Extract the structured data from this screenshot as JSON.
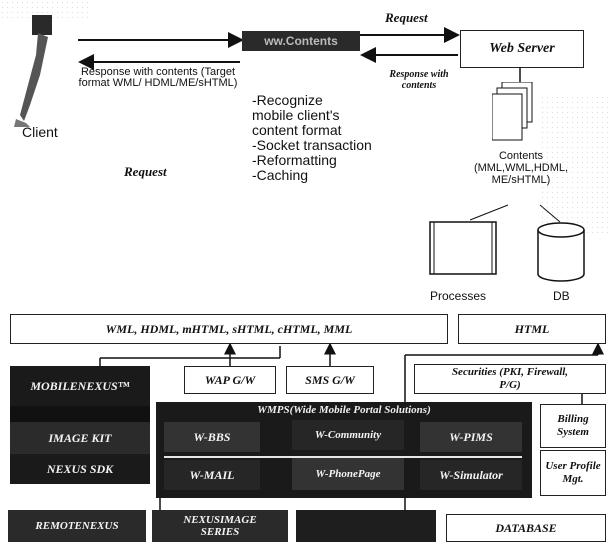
{
  "top": {
    "request_top": "Request",
    "middleware": "ww.Contents",
    "web_server": "Web Server",
    "response_with_contents_right": "Response with contents",
    "response_left": "Response with contents (Target format WML/ HDML/ME/sHTML)",
    "client": "Client",
    "request_bottom": "Request",
    "features": [
      "-Recognize mobile client's content format",
      "-Socket transaction",
      "-Reformatting",
      "-Caching"
    ],
    "contents": "Contents (MML,WML,HDML, ME/sHTML)",
    "processes": "Processes",
    "db": "DB"
  },
  "bottom": {
    "markup_bar": "WML, HDML, mHTML, sHTML, cHTML, MML",
    "html_bar": "HTML",
    "mobilenexus": "MOBILENEXUS™",
    "image_kit": "IMAGE KIT",
    "nexus_sdk": "NEXUS SDK",
    "wap_gw": "WAP G/W",
    "sms_gw": "SMS G/W",
    "securities": "Securities (PKI, Firewall, P/G)",
    "wmps": "WMPS(Wide Mobile Portal Solutions)",
    "w_bbs": "W-BBS",
    "w_community": "W-Community",
    "w_pims": "W-PIMS",
    "w_mail": "W-MAIL",
    "w_phonepage": "W-PhonePage",
    "w_simulator": "W-Simulator",
    "billing": "Billing System",
    "user_profile": "User Profile Mgt.",
    "remotenexus": "REMOTENEXUS",
    "nexusimage": "NEXUSIMAGE SERIES",
    "database": "DATABASE"
  }
}
